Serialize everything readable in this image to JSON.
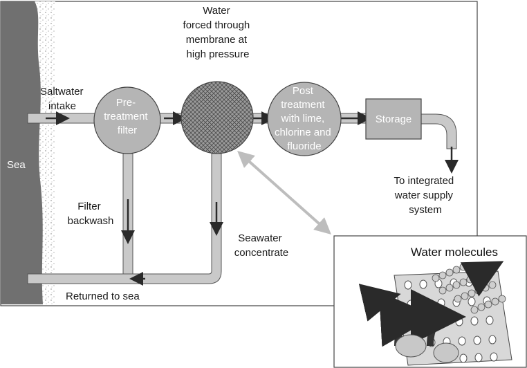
{
  "labels": {
    "sea": "Sea",
    "saltwater_intake": [
      "Saltwater",
      "intake"
    ],
    "pretreatment": [
      "Pre-",
      "treatment",
      "filter"
    ],
    "membrane_title": [
      "Water",
      "forced through",
      "membrane at",
      "high pressure"
    ],
    "post_treatment": [
      "Post",
      "treatment",
      "with lime,",
      "chlorine and",
      "fluoride"
    ],
    "storage": "Storage",
    "to_integrated": [
      "To integrated",
      "water supply",
      "system"
    ],
    "filter_backwash": [
      "Filter",
      "backwash"
    ],
    "seawater_concentrate": [
      "Seawater",
      "concentrate"
    ],
    "returned_to_sea": "Returned to sea",
    "water_molecules": "Water molecules"
  },
  "colors": {
    "sea": "#707070",
    "pipe": "#c9c9c9",
    "tank": "#b5b5b5",
    "membrane": "#8a8a8a",
    "arrow": "#2a2a2a",
    "link_arrow": "#bdbdbd"
  }
}
